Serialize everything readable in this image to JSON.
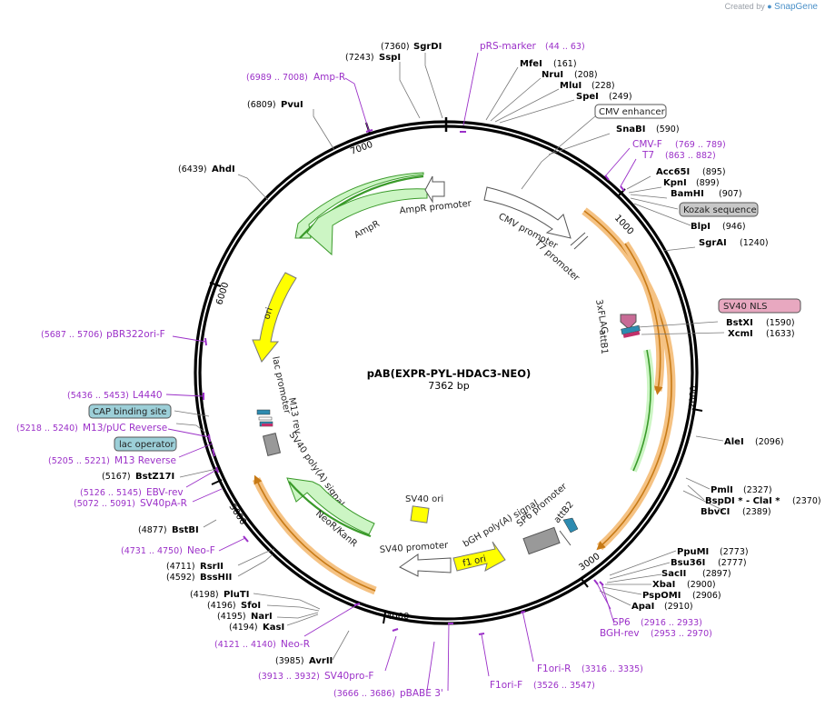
{
  "credit": {
    "prefix": "Created by",
    "brand": "SnapGene"
  },
  "plasmid": {
    "name": "pAB(EXPR-PYL-HDAC3-NEO)",
    "length": "7362 bp"
  },
  "ticks": [
    "1000",
    "2000",
    "3000",
    "4000",
    "5000",
    "6000",
    "7000"
  ],
  "sites": [
    {
      "name": "SgrDI",
      "pos": "(7360)"
    },
    {
      "name": "SspI",
      "pos": "(7243)"
    },
    {
      "name": "PvuI",
      "pos": "(6809)"
    },
    {
      "name": "AhdI",
      "pos": "(6439)"
    },
    {
      "name": "MfeI",
      "pos": "(161)"
    },
    {
      "name": "NruI",
      "pos": "(208)"
    },
    {
      "name": "MluI",
      "pos": "(228)"
    },
    {
      "name": "SpeI",
      "pos": "(249)"
    },
    {
      "name": "SnaBI",
      "pos": "(590)"
    },
    {
      "name": "Acc65I",
      "pos": "(895)"
    },
    {
      "name": "KpnI",
      "pos": "(899)"
    },
    {
      "name": "BamHI",
      "pos": "(907)"
    },
    {
      "name": "BlpI",
      "pos": "(946)"
    },
    {
      "name": "SgrAI",
      "pos": "(1240)"
    },
    {
      "name": "BstXI",
      "pos": "(1590)"
    },
    {
      "name": "XcmI",
      "pos": "(1633)"
    },
    {
      "name": "AleI",
      "pos": "(2096)"
    },
    {
      "name": "PmlI",
      "pos": "(2327)"
    },
    {
      "name": "BspDI * - ClaI *",
      "pos": "(2370)"
    },
    {
      "name": "BbvCI",
      "pos": "(2389)"
    },
    {
      "name": "PpuMI",
      "pos": "(2773)"
    },
    {
      "name": "Bsu36I",
      "pos": "(2777)"
    },
    {
      "name": "SacII",
      "pos": "(2897)"
    },
    {
      "name": "XbaI",
      "pos": "(2900)"
    },
    {
      "name": "PspOMI",
      "pos": "(2906)"
    },
    {
      "name": "ApaI",
      "pos": "(2910)"
    },
    {
      "name": "AvrII",
      "pos": "(3985)"
    },
    {
      "name": "KasI",
      "pos": "(4194)"
    },
    {
      "name": "NarI",
      "pos": "(4195)"
    },
    {
      "name": "SfoI",
      "pos": "(4196)"
    },
    {
      "name": "PluTI",
      "pos": "(4198)"
    },
    {
      "name": "BssHII",
      "pos": "(4592)"
    },
    {
      "name": "RsrII",
      "pos": "(4711)"
    },
    {
      "name": "BstBI",
      "pos": "(4877)"
    },
    {
      "name": "BstZ17I",
      "pos": "(5167)"
    }
  ],
  "primers": [
    {
      "name": "pRS-marker",
      "pos": "(44 .. 63)"
    },
    {
      "name": "Amp-R",
      "pos": "(6989 .. 7008)"
    },
    {
      "name": "CMV-F",
      "pos": "(769 .. 789)"
    },
    {
      "name": "T7",
      "pos": "(863 .. 882)"
    },
    {
      "name": "pBR322ori-F",
      "pos": "(5687 .. 5706)"
    },
    {
      "name": "L4440",
      "pos": "(5436 .. 5453)"
    },
    {
      "name": "M13/pUC Reverse",
      "pos": "(5218 .. 5240)"
    },
    {
      "name": "M13 Reverse",
      "pos": "(5205 .. 5221)"
    },
    {
      "name": "EBV-rev",
      "pos": "(5126 .. 5145)"
    },
    {
      "name": "SV40pA-R",
      "pos": "(5072 .. 5091)"
    },
    {
      "name": "Neo-F",
      "pos": "(4731 .. 4750)"
    },
    {
      "name": "Neo-R",
      "pos": "(4121 .. 4140)"
    },
    {
      "name": "SV40pro-F",
      "pos": "(3913 .. 3932)"
    },
    {
      "name": "pBABE 3'",
      "pos": "(3666 .. 3686)"
    },
    {
      "name": "F1ori-F",
      "pos": "(3526 .. 3547)"
    },
    {
      "name": "F1ori-R",
      "pos": "(3316 .. 3335)"
    },
    {
      "name": "SP6",
      "pos": "(2916 .. 2933)"
    },
    {
      "name": "BGH-rev",
      "pos": "(2953 .. 2970)"
    }
  ],
  "boxed": {
    "cmv_enhancer": "CMV enhancer",
    "kozak": "Kozak sequence",
    "sv40_nls": "SV40 NLS",
    "cap_binding": "CAP binding site",
    "lac_operator": "lac operator"
  },
  "features": {
    "cmv_promoter": "CMV promoter",
    "t7_promoter": "T7 promoter",
    "flag": "3xFLAG",
    "attb1": "attB1",
    "ampr_promoter": "AmpR promoter",
    "ampr": "AmpR",
    "ori": "ori",
    "lac_promoter": "lac promoter",
    "m13_rev": "M13 rev",
    "sv40_polya": "SV40 poly(A) signal",
    "neor": "NeoR/KanR",
    "sv40_promoter": "SV40 promoter",
    "sv40_ori": "SV40 ori",
    "sp6_promoter": "SP6 promoter",
    "attb2": "attB2",
    "bgh_polya": "bGH poly(A) signal",
    "f1_ori": "f1 ori"
  },
  "colors": {
    "backbone": "#000000",
    "primer": "#9b30c8",
    "orange_feature": "#f5c283",
    "green_feature": "#ccf5c4",
    "yellow_feature": "#ffff00",
    "boxed_gray": "#c8c8c8",
    "boxed_teal": "#9ccfd8",
    "boxed_pink": "#e8a8c0"
  }
}
